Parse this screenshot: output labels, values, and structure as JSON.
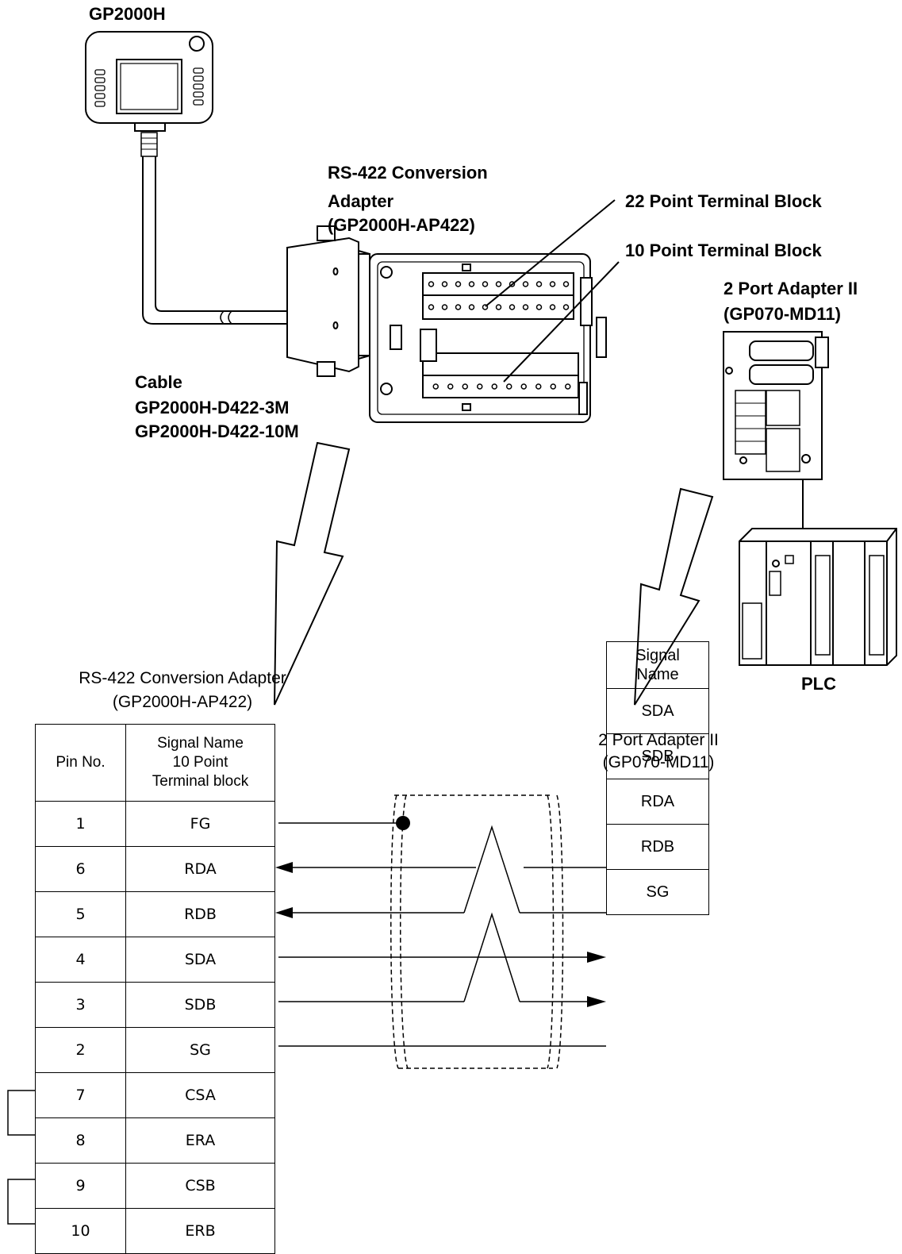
{
  "labels": {
    "gp2000h": "GP2000H",
    "rs422_adapter_line1": "RS-422 Conversion",
    "rs422_adapter_line2": "Adapter",
    "rs422_adapter_line3": "(GP2000H-AP422)",
    "tb22": "22 Point Terminal Block",
    "tb10": "10 Point Terminal Block",
    "port_adapter_line1": "2 Port Adapter II",
    "port_adapter_line2": "(GP070-MD11)",
    "cable_line1": "Cable",
    "cable_line2": "GP2000H-D422-3M",
    "cable_line3": "GP2000H-D422-10M",
    "plc": "PLC"
  },
  "left_table": {
    "title_line1": "RS-422 Conversion Adapter",
    "title_line2": "(GP2000H-AP422)",
    "header_pin": "Pin No.",
    "header_signal_line1": "Signal Name",
    "header_signal_line2": "10 Point",
    "header_signal_line3": "Terminal block",
    "rows": [
      {
        "pin": "1",
        "signal": "FG"
      },
      {
        "pin": "6",
        "signal": "RDA"
      },
      {
        "pin": "5",
        "signal": "RDB"
      },
      {
        "pin": "4",
        "signal": "SDA"
      },
      {
        "pin": "3",
        "signal": "SDB"
      },
      {
        "pin": "2",
        "signal": "SG"
      },
      {
        "pin": "7",
        "signal": "CSA"
      },
      {
        "pin": "8",
        "signal": "ERA"
      },
      {
        "pin": "9",
        "signal": "CSB"
      },
      {
        "pin": "10",
        "signal": "ERB"
      }
    ]
  },
  "right_table": {
    "title_line1": "2 Port Adapter II",
    "title_line2": "(GP070-MD11)",
    "header_line1": "Signal",
    "header_line2": "Name",
    "rows": [
      "SDA",
      "SDB",
      "RDA",
      "RDB",
      "SG"
    ]
  }
}
